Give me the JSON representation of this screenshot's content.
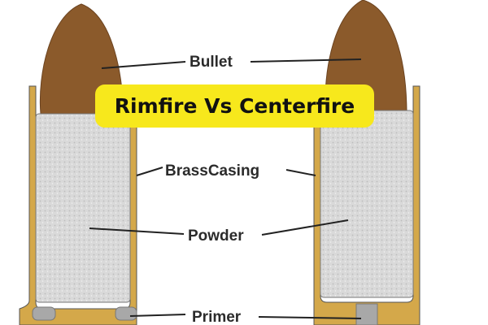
{
  "banner": {
    "title": "Rimfire Vs Centerfire"
  },
  "labels": {
    "bullet": "Bullet",
    "casing": "BrassCasing",
    "powder": "Powder",
    "primer": "Primer"
  },
  "colors": {
    "bullet": "#8b5a2b",
    "brass": "#d4a84a",
    "powder": "#d6d6d6",
    "primer": "#a8a8a8",
    "banner": "#f7e81c",
    "outline": "#444444"
  }
}
